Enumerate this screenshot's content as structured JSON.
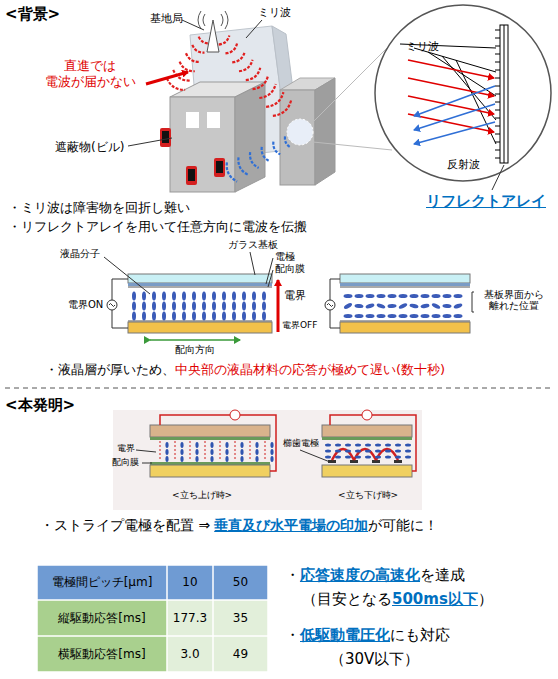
{
  "diagram": {
    "labels": [
      "<背景>",
      "基地局",
      "ミリ波",
      "直進では 電波が届かない",
      "遮蔽物(ビル)",
      "ミリ波",
      "反射波",
      "リフレクトアレイ",
      "・ミリ波は障害物を回折し難い",
      "・リフレクトアレイを用いて任意方向に電波を伝搬",
      "液晶分子",
      "ガラス基板",
      "電極",
      "配向膜",
      "電界ON",
      "電界",
      "配向方向",
      "電界OFF",
      "基板界面から 離れた位置",
      "・液晶層が厚いため、",
      "中央部の液晶材料の応答が極めて遅い(数十秒)",
      "<本発明>",
      "電界",
      "配向膜",
      "櫛歯電極",
      "<立ち上げ時>",
      "<立ち下げ時>",
      "・ストライプ電極を配置 ⇒",
      "垂直及び水平電場の印加",
      "が可能に！",
      "電極間ピッチ[μm]",
      "10",
      "50",
      "縦駆動応答[ms]",
      "177.3",
      "35",
      "横駆動応答[ms]",
      "3.0",
      "49",
      "・",
      "応答速度の高速化",
      "を達成",
      "（目安となる",
      "500ms以下",
      "）",
      "・",
      "低駆動電圧化",
      "にも対応",
      "（30V以下）"
    ]
  }
}
